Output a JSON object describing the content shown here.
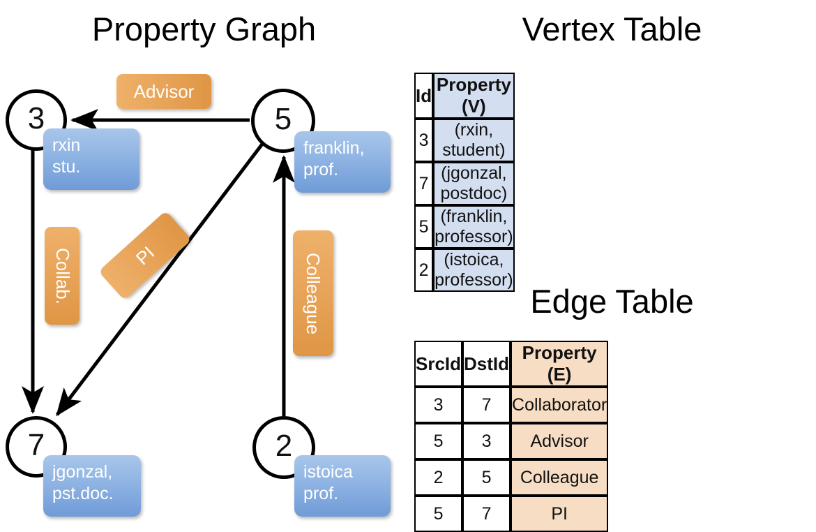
{
  "graph": {
    "title": "Property Graph",
    "nodes": [
      {
        "id": "3",
        "property_label": "rxin\nstu."
      },
      {
        "id": "5",
        "property_label": "franklin,\nprof."
      },
      {
        "id": "7",
        "property_label": "jgonzal,\npst.doc."
      },
      {
        "id": "2",
        "property_label": "istoica\nprof."
      }
    ],
    "node_labels": {
      "n3": "3",
      "n5": "5",
      "n7": "7",
      "n2": "2"
    },
    "vertex_property_boxes": {
      "rxin_line1": "rxin",
      "rxin_line2": "stu.",
      "franklin_line1": "franklin,",
      "franklin_line2": "prof.",
      "jgonzal_line1": "jgonzal,",
      "jgonzal_line2": "pst.doc.",
      "istoica_line1": "istoica",
      "istoica_line2": "prof."
    },
    "edge_property_boxes": {
      "advisor": "Advisor",
      "collab": "Collab.",
      "pi": "PI",
      "colleague": "Colleague"
    },
    "edges": [
      {
        "from": "5",
        "to": "3",
        "label": "Advisor"
      },
      {
        "from": "3",
        "to": "7",
        "label": "Collab."
      },
      {
        "from": "5",
        "to": "7",
        "label": "PI"
      },
      {
        "from": "2",
        "to": "5",
        "label": "Colleague"
      }
    ]
  },
  "vertex_table": {
    "title": "Vertex Table",
    "headers": [
      "Id",
      "Property (V)"
    ],
    "rows": [
      {
        "id": "3",
        "property": "(rxin, student)"
      },
      {
        "id": "7",
        "property": "(jgonzal, postdoc)"
      },
      {
        "id": "5",
        "property": "(franklin, professor)"
      },
      {
        "id": "2",
        "property": "(istoica, professor)"
      }
    ]
  },
  "edge_table": {
    "title": "Edge Table",
    "headers": [
      "SrcId",
      "DstId",
      "Property (E)"
    ],
    "rows": [
      {
        "src": "3",
        "dst": "7",
        "property": "Collaborator"
      },
      {
        "src": "5",
        "dst": "3",
        "property": "Advisor"
      },
      {
        "src": "2",
        "dst": "5",
        "property": "Colleague"
      },
      {
        "src": "5",
        "dst": "7",
        "property": "PI"
      }
    ]
  },
  "colors": {
    "vertex_property_fill": "#d3dff1",
    "edge_property_fill": "#f6ddc3",
    "vertex_box": "#8fb4e3",
    "edge_box": "#e9a65c",
    "stroke": "#000000"
  }
}
